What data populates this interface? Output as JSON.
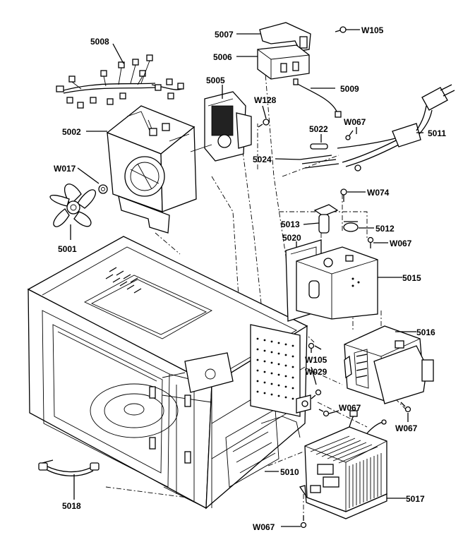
{
  "labels": {
    "p5007": "5007",
    "w105_top": "W105",
    "p5006": "5006",
    "p5008": "5008",
    "p5009": "5009",
    "p5005": "5005",
    "w128": "W128",
    "p5022": "5022",
    "w067_a": "W067",
    "p5011": "5011",
    "p5002": "5002",
    "p5024": "5024",
    "w017": "W017",
    "w074": "W074",
    "p5013": "5013",
    "p5012": "5012",
    "p5020": "5020",
    "w067_b": "W067",
    "p5001": "5001",
    "p5015": "5015",
    "p5016": "5016",
    "w105_mid": "W105",
    "w029": "W029",
    "w067_c": "W067",
    "w067_d": "W067",
    "p5010": "5010",
    "p5017": "5017",
    "p5018": "5018",
    "w067_e": "W067"
  }
}
